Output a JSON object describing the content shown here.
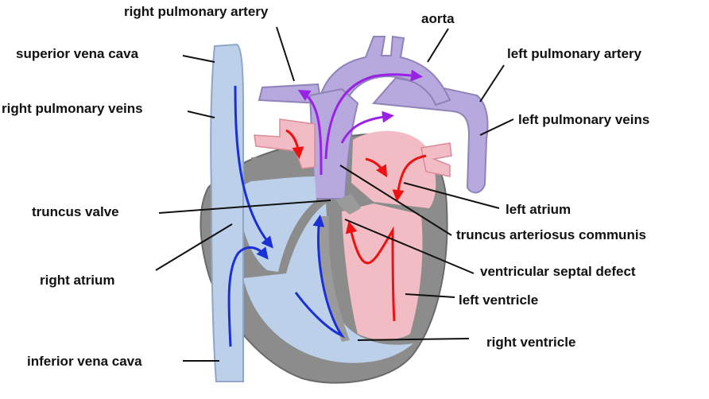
{
  "labels": {
    "right_pulmonary_artery": "right pulmonary artery",
    "aorta": "aorta",
    "superior_vena_cava": "superior vena cava",
    "left_pulmonary_artery": "left pulmonary artery",
    "right_pulmonary_veins": "right pulmonary veins",
    "left_pulmonary_veins": "left pulmonary veins",
    "truncus_valve": "truncus valve",
    "left_atrium": "left atrium",
    "truncus_arteriosus_communis": "truncus arteriosus communis",
    "right_atrium": "right atrium",
    "ventricular_septal_defect": "ventricular septal defect",
    "left_ventricle": "left ventricle",
    "right_ventricle": "right ventricle",
    "inferior_vena_cava": "inferior vena cava"
  },
  "colors": {
    "deoxygenated": "#bcd0ea",
    "oxygenated": "#f2bcc4",
    "mixed": "#b7a9de",
    "muscle": "#8c8c8c",
    "arrow_blue": "#1a2fd8",
    "arrow_red": "#ee1111",
    "arrow_purple": "#9a22e6",
    "leader": "#111111"
  }
}
